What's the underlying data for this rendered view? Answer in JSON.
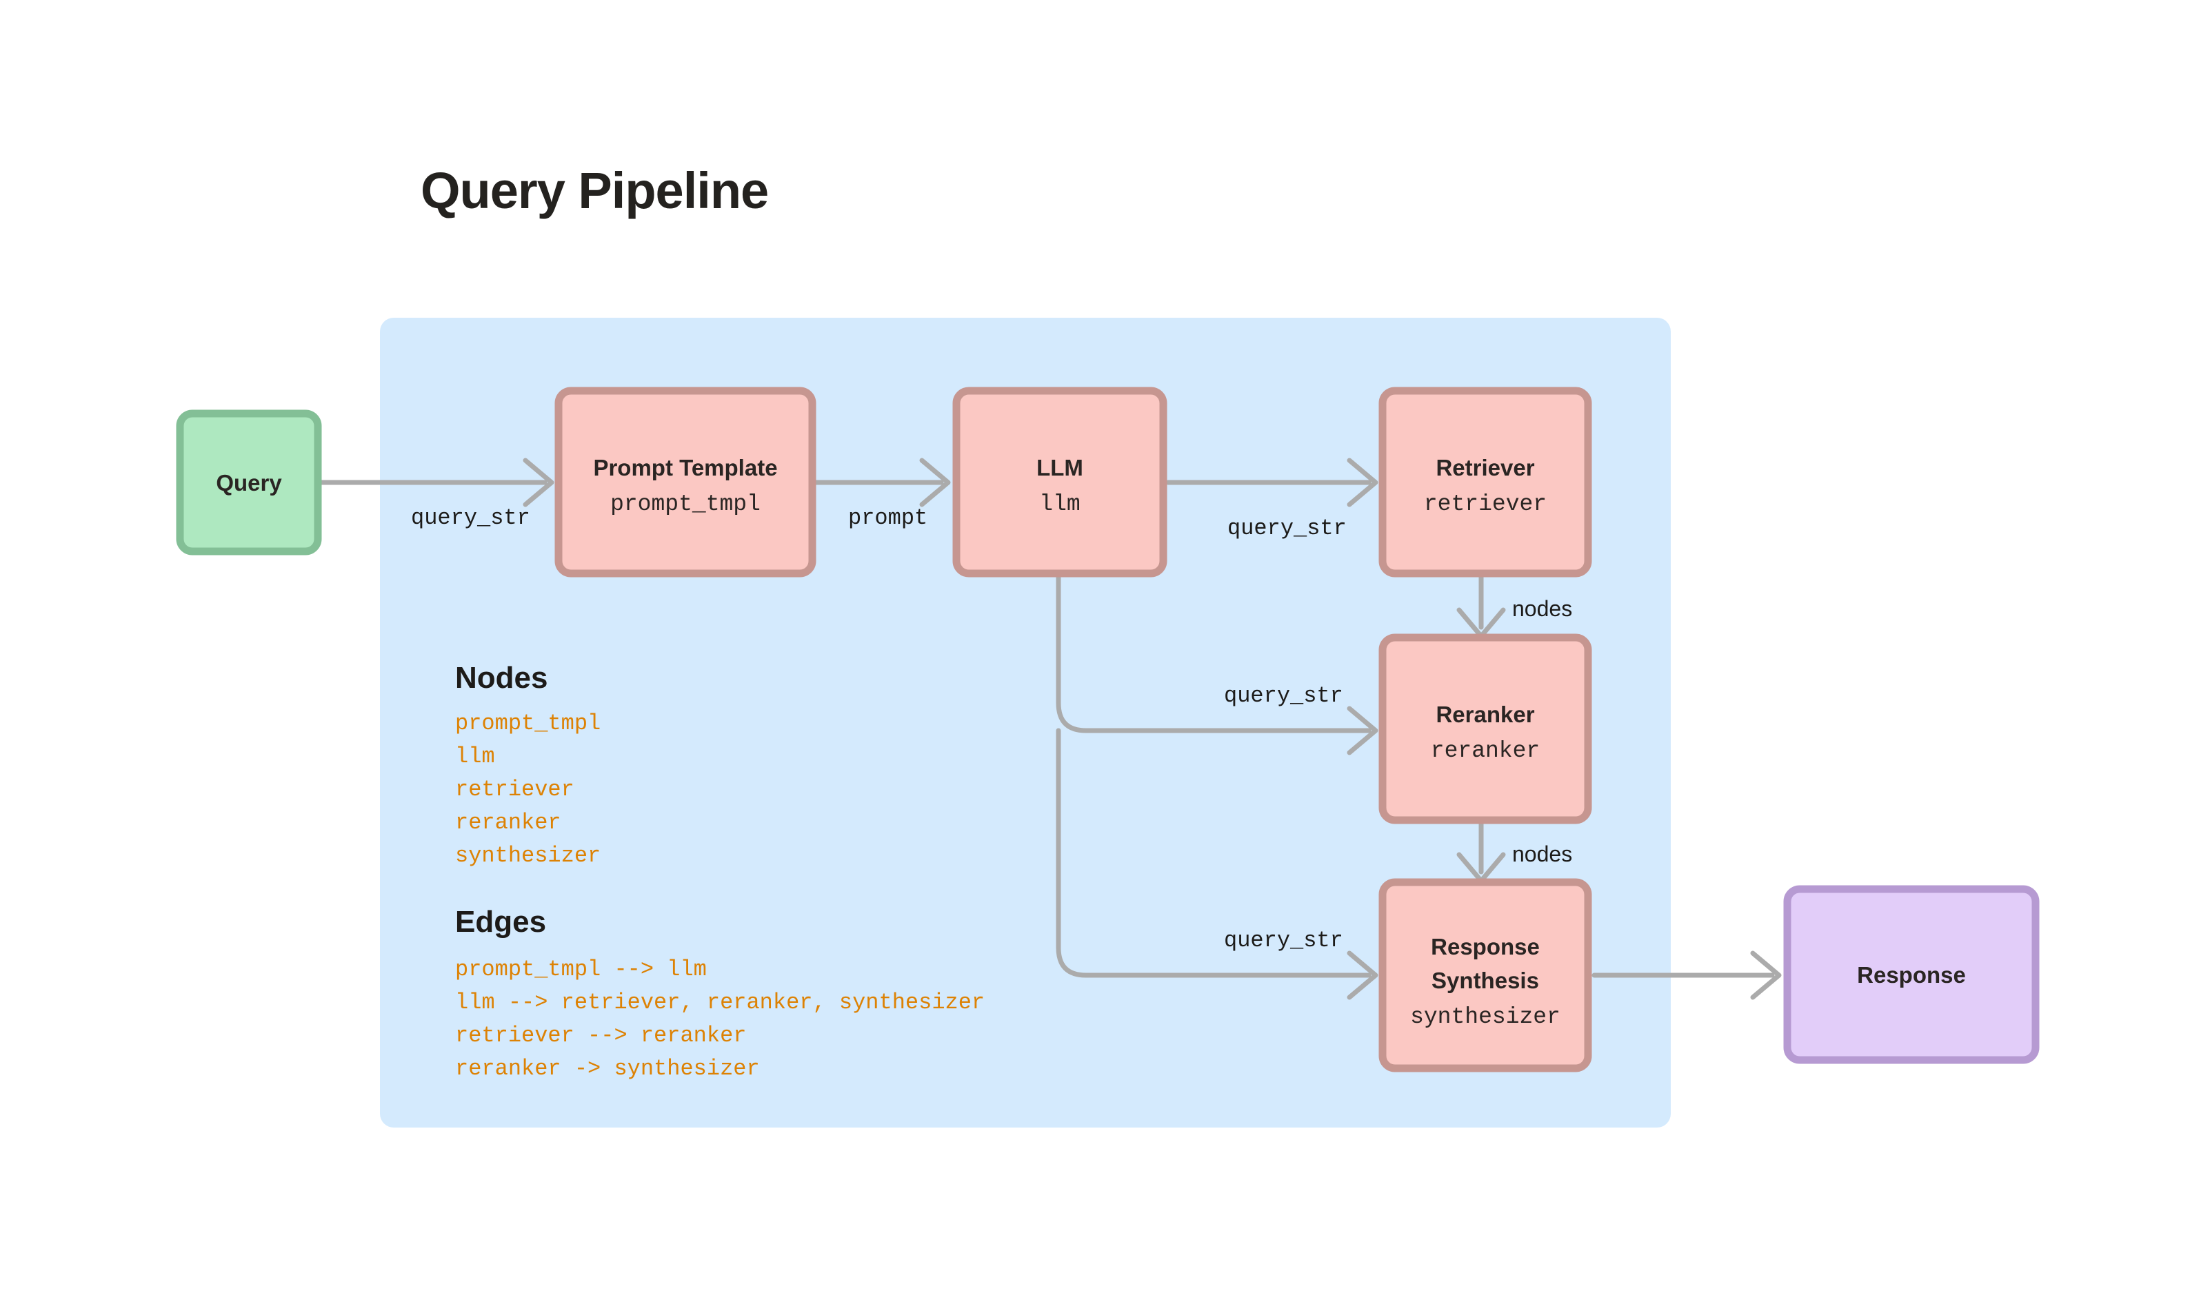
{
  "page": {
    "title": "Query Pipeline",
    "background": "#ffffff"
  },
  "colors": {
    "panel_fill": "#d4eafd",
    "node_fill": "#fbc8c3",
    "node_stroke": "#c69690",
    "input_fill": "#aee8c0",
    "input_stroke": "#83bf96",
    "output_fill": "#e2cdf9",
    "output_stroke": "#b69ad2",
    "edge": "#ababab",
    "legend_accent": "#dd8204",
    "text": "#24221f"
  },
  "input_node": {
    "title": "Query",
    "name": "query-box"
  },
  "output_node": {
    "title": "Response",
    "name": "response-box"
  },
  "pipeline_nodes": [
    {
      "id": "prompt_tmpl",
      "title": "Prompt Template",
      "subtitle": "prompt_tmpl"
    },
    {
      "id": "llm",
      "title": "LLM",
      "subtitle": "llm"
    },
    {
      "id": "retriever",
      "title": "Retriever",
      "subtitle": "retriever"
    },
    {
      "id": "reranker",
      "title": "Reranker",
      "subtitle": "reranker"
    },
    {
      "id": "synthesizer",
      "title_line1": "Response",
      "title_line2": "Synthesis",
      "subtitle": "synthesizer"
    }
  ],
  "edge_labels": {
    "query_to_prompt": "query_str",
    "prompt_to_llm": "prompt",
    "llm_to_retriever": "query_str",
    "llm_to_reranker": "query_str",
    "llm_to_synthesizer": "query_str",
    "retriever_to_reranker": "nodes",
    "reranker_to_synthesizer": "nodes"
  },
  "legend": {
    "nodes_heading": "Nodes",
    "nodes": [
      "prompt_tmpl",
      "llm",
      "retriever",
      "reranker",
      "synthesizer"
    ],
    "edges_heading": "Edges",
    "edges": [
      "prompt_tmpl --> llm",
      "llm --> retriever, reranker, synthesizer",
      "retriever --> reranker",
      "reranker -> synthesizer"
    ]
  }
}
